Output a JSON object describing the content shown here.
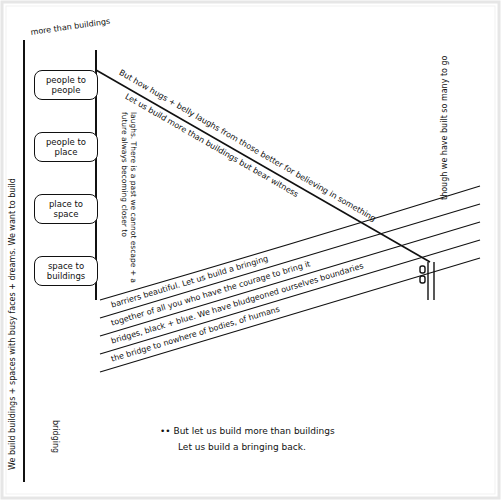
{
  "diagram": {
    "nodes": [
      {
        "text": [
          "people to people"
        ]
      },
      {
        "text": [
          "people to place"
        ]
      },
      {
        "text": [
          "place to space"
        ]
      },
      {
        "text": [
          "space to buildings"
        ]
      }
    ],
    "labels": [
      "We build buildings + spaces with busy faces + dreams. We want to build",
      "more than buildings",
      "But how hugs + belly laughs from those better for believing in something",
      "Let us build more than buildings but bear witness",
      "laughs. There is a past we cannot escape + a future always becoming closer to",
      "barriers beautiful. Let us build a bringing",
      "together of all you who have the courage to bring it",
      "bridges, black + blue. We have bludgeoned ourselves boundaries",
      "the bridge to nowhere of bodies, of humans",
      "though we have built so many to go",
      "•• But let us build more than buildings",
      "Let us build a bringing back.",
      "bridging"
    ]
  }
}
